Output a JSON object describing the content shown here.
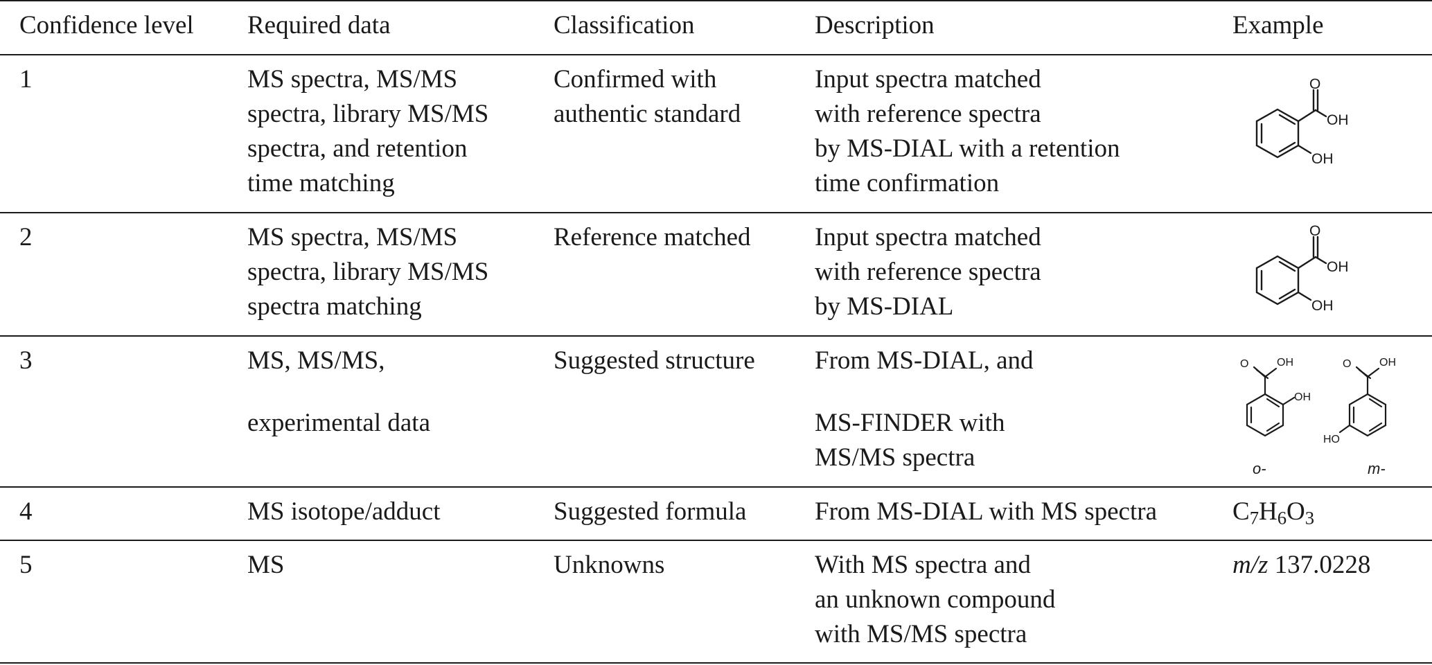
{
  "table": {
    "headers": [
      "Confidence level",
      "Required data",
      "Classification",
      "Description",
      "Example"
    ],
    "rows": [
      {
        "level": "1",
        "required": [
          "MS spectra, MS/MS",
          "spectra, library MS/MS",
          "spectra, and retention",
          "time matching"
        ],
        "classification": [
          "Confirmed with",
          "authentic standard"
        ],
        "description": [
          "Input spectra matched",
          "with reference spectra",
          "by MS-DIAL with a retention",
          "time confirmation"
        ],
        "example": {
          "type": "structure",
          "name": "salicylic-acid",
          "labels": [
            "O",
            "OH",
            "OH"
          ]
        }
      },
      {
        "level": "2",
        "required": [
          "MS spectra, MS/MS",
          "spectra, library MS/MS",
          "spectra matching"
        ],
        "classification": [
          "Reference matched"
        ],
        "description": [
          "Input spectra matched",
          "with reference spectra",
          "by MS-DIAL"
        ],
        "example": {
          "type": "structure",
          "name": "salicylic-acid",
          "labels": [
            "O",
            "OH",
            "OH"
          ]
        }
      },
      {
        "level": "3",
        "required": [
          "MS, MS/MS,",
          "experimental data"
        ],
        "classification": [
          "Suggested structure"
        ],
        "description": [
          "From MS-DIAL, and",
          "MS-FINDER with",
          "MS/MS spectra"
        ],
        "example": {
          "type": "structures",
          "isomers": [
            {
              "label": "o-",
              "labels": [
                "O",
                "OH",
                "OH"
              ]
            },
            {
              "label": "m-",
              "labels": [
                "O",
                "OH",
                "HO"
              ]
            }
          ]
        }
      },
      {
        "level": "4",
        "required": [
          "MS isotope/adduct"
        ],
        "classification": [
          "Suggested formula"
        ],
        "description": [
          "From MS-DIAL with MS spectra"
        ],
        "example": {
          "type": "formula",
          "parts": [
            "C",
            "7",
            "H",
            "6",
            "O",
            "3"
          ]
        }
      },
      {
        "level": "5",
        "required": [
          "MS"
        ],
        "classification": [
          "Unknowns"
        ],
        "description": [
          "With MS spectra and",
          "an unknown compound",
          "with MS/MS spectra"
        ],
        "example": {
          "type": "mz",
          "prefix": "m/z",
          "value": "137.0228"
        }
      }
    ]
  }
}
